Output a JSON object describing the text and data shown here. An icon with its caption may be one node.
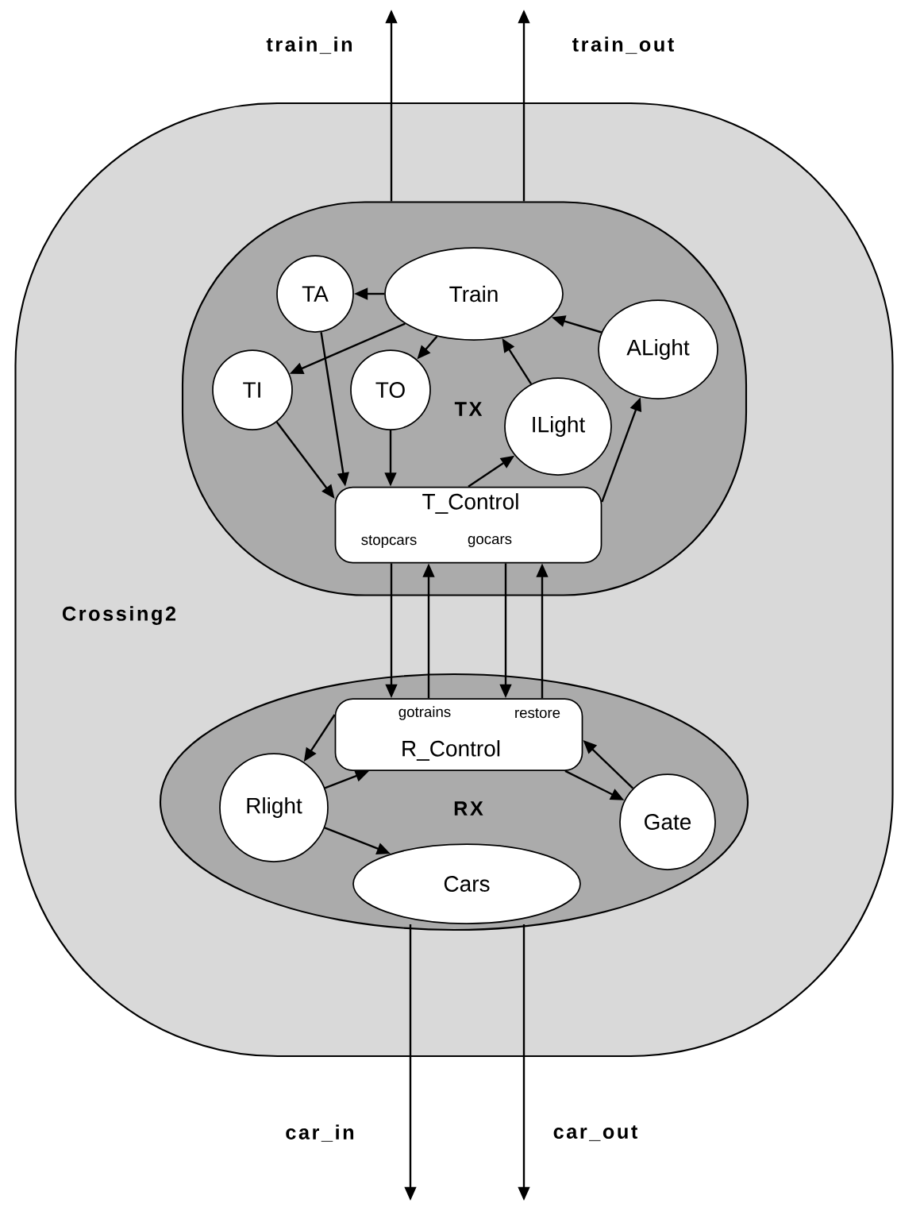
{
  "diagram": {
    "nodes": [
      {
        "text": [
          "Crossing2"
        ]
      },
      {
        "text": [
          "TX"
        ],
        "in": 0
      },
      {
        "text": [
          "TA"
        ],
        "in": 1
      },
      {
        "text": [
          "Train"
        ],
        "in": 1
      },
      {
        "text": [
          "TI"
        ],
        "in": 1
      },
      {
        "text": [
          "TO"
        ],
        "in": 1
      },
      {
        "text": [
          "ILight"
        ],
        "in": 1
      },
      {
        "text": [
          "ALight"
        ],
        "in": 1
      },
      {
        "text": [
          "T_Control",
          "stopcars",
          "gocars"
        ],
        "in": 1
      },
      {
        "text": [
          "RX"
        ],
        "in": 0
      },
      {
        "text": [
          "gotrains",
          "restore",
          "R_Control"
        ],
        "in": 9
      },
      {
        "text": [
          "Rlight"
        ],
        "in": 9
      },
      {
        "text": [
          "Gate"
        ],
        "in": 9
      },
      {
        "text": [
          "Cars"
        ],
        "in": 9
      }
    ],
    "edges": [
      {
        "from": 3,
        "to": 2,
        "arrow": "to"
      },
      {
        "from": 3,
        "to": 4,
        "arrow": "to"
      },
      {
        "from": 3,
        "to": 5,
        "arrow": "to"
      },
      {
        "from": 7,
        "to": 3,
        "arrow": "to"
      },
      {
        "from": 6,
        "to": 3,
        "arrow": "to"
      },
      {
        "from": 2,
        "to": 8,
        "arrow": "to"
      },
      {
        "from": 4,
        "to": 8,
        "arrow": "to"
      },
      {
        "from": 5,
        "to": 8,
        "arrow": "to"
      },
      {
        "from": 8,
        "to": 6,
        "arrow": "to"
      },
      {
        "from": 8,
        "to": 7,
        "arrow": "to"
      },
      {
        "from": 8,
        "to": 10,
        "arrow": "to"
      },
      {
        "from": 10,
        "to": 8,
        "arrow": "to"
      },
      {
        "from": 8,
        "to": 10,
        "arrow": "to"
      },
      {
        "from": 10,
        "to": 8,
        "arrow": "to"
      },
      {
        "from": 10,
        "to": 11,
        "arrow": "to"
      },
      {
        "from": 11,
        "to": 10,
        "arrow": "to"
      },
      {
        "from": 11,
        "to": 13,
        "arrow": "to"
      },
      {
        "from": 10,
        "to": 12,
        "arrow": "to"
      },
      {
        "from": 12,
        "to": 10,
        "arrow": "to"
      },
      {
        "from": 1,
        "to": null,
        "arrow": "to",
        "label": "train_in"
      },
      {
        "from": 1,
        "to": null,
        "arrow": "to",
        "label": "train_out"
      },
      {
        "from": 13,
        "to": null,
        "arrow": "to",
        "label": "car_in"
      },
      {
        "from": 13,
        "to": null,
        "arrow": "to",
        "label": "car_out"
      }
    ]
  }
}
